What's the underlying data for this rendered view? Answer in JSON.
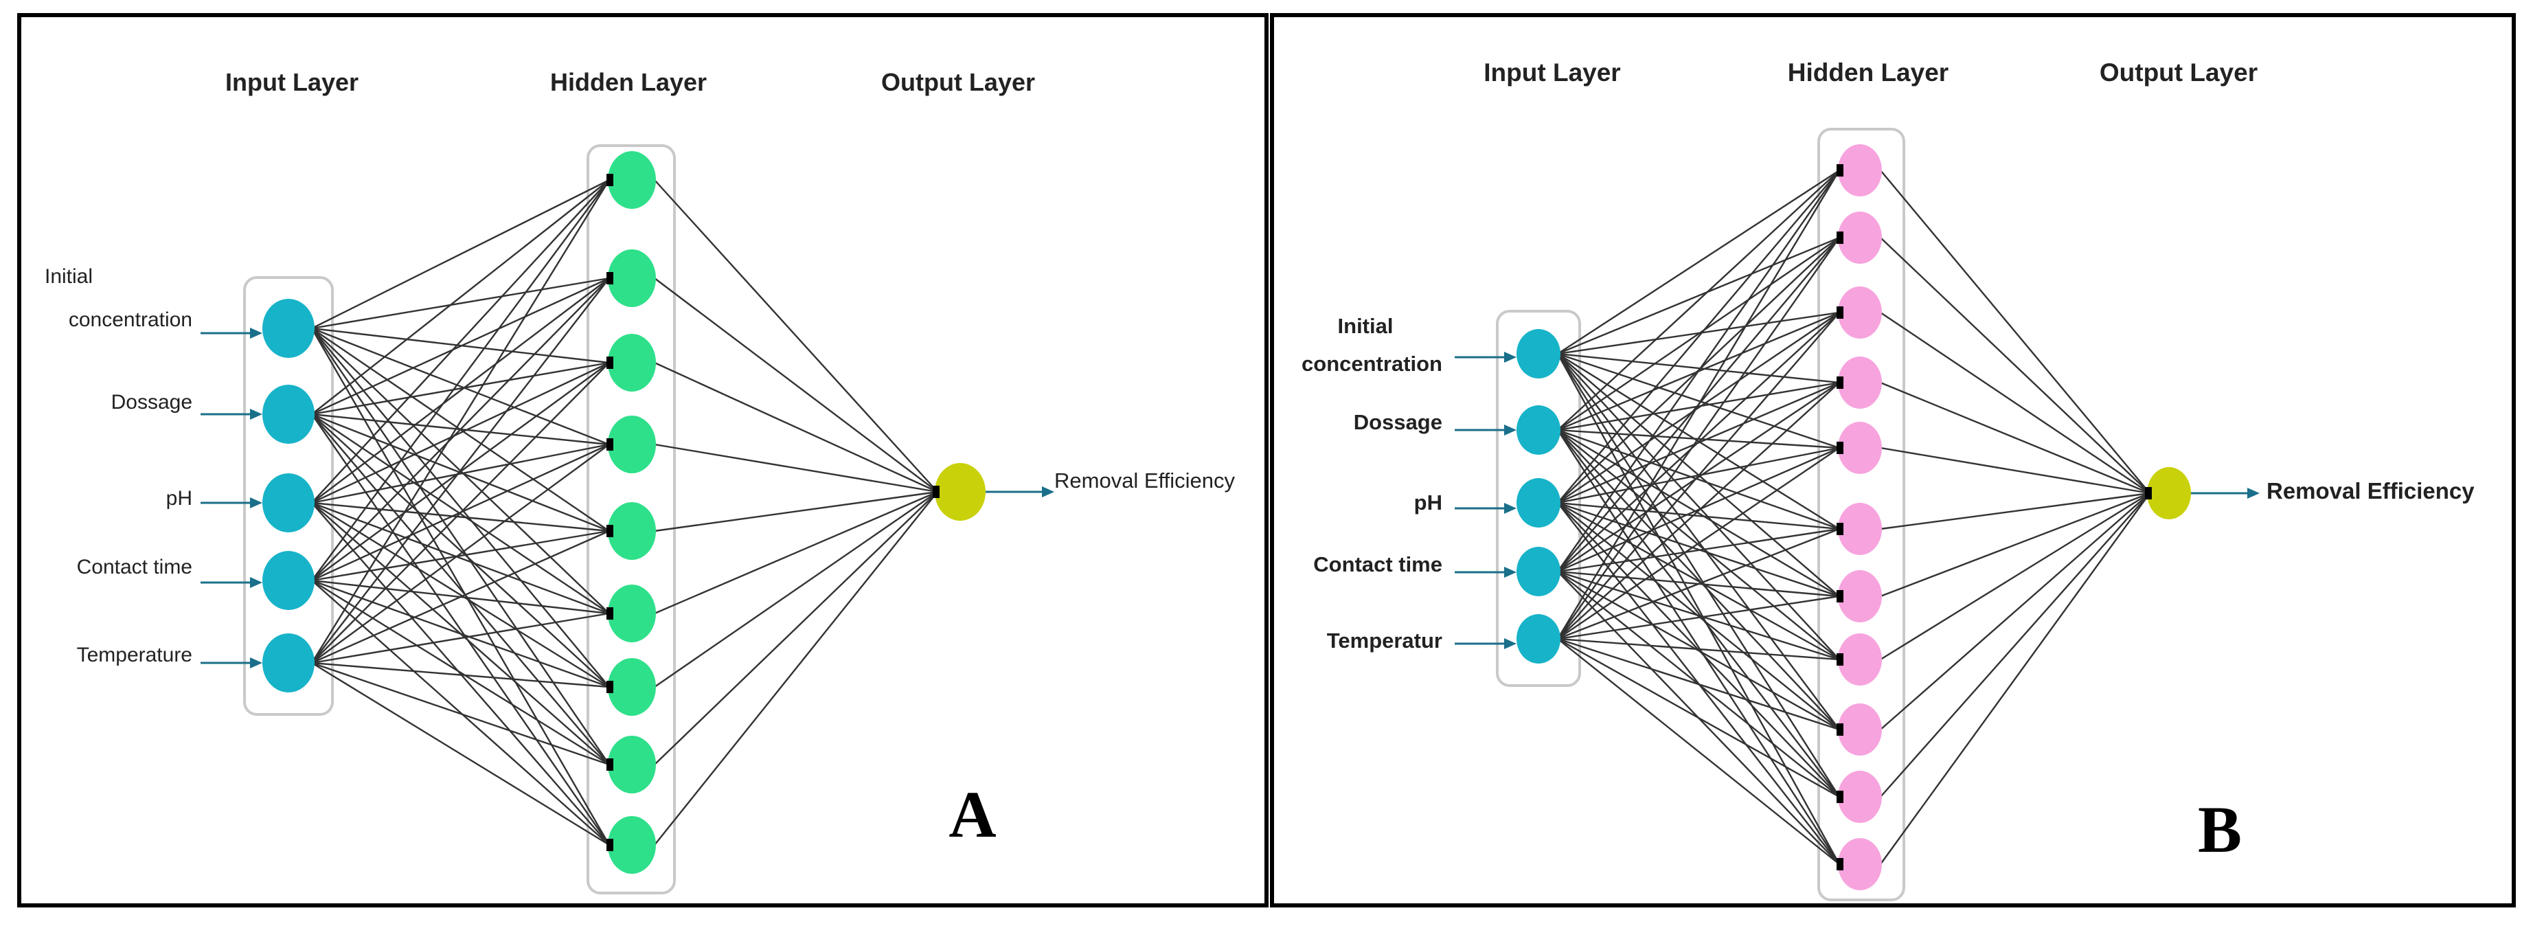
{
  "panels": [
    {
      "letter": "A",
      "headers": {
        "input": "Input Layer",
        "hidden": "Hidden Layer",
        "output": "Output Layer"
      },
      "inputs": [
        "Initial concentration",
        "Dossage",
        "pH",
        "Contact time",
        "Temperature"
      ],
      "hidden_count": 9,
      "output_label": "Removal Efficiency",
      "colors": {
        "input_node": "#17b3c9",
        "hidden_node": "#2ee08a",
        "output_node": "#c9d10a",
        "arrow": "#1a6f8a",
        "edge": "#333333"
      }
    },
    {
      "letter": "B",
      "headers": {
        "input": "Input Layer",
        "hidden": "Hidden Layer",
        "output": "Output Layer"
      },
      "inputs": [
        "Initial concentration",
        "Dossage",
        "pH",
        "Contact time",
        "Temperatur"
      ],
      "hidden_count": 11,
      "output_label": "Removal Efficiency",
      "colors": {
        "input_node": "#17b3c9",
        "hidden_node": "#f7a3de",
        "output_node": "#c9d10a",
        "arrow": "#1a6f8a",
        "edge": "#333333"
      }
    }
  ]
}
